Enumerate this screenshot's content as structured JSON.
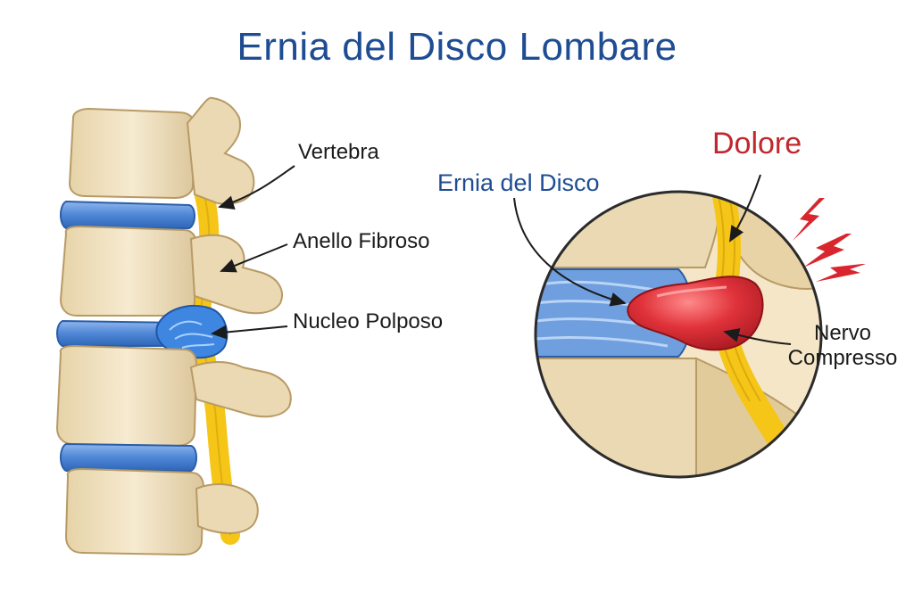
{
  "title": "Ernia del Disco Lombare",
  "labels": {
    "vertebra": "Vertebra",
    "anello_fibroso": "Anello Fibroso",
    "nucleo_polposo": "Nucleo Polposo",
    "ernia_del_disco": "Ernia del Disco",
    "dolore": "Dolore",
    "nervo_compresso_line1": "Nervo",
    "nervo_compresso_line2": "Compresso"
  },
  "colors": {
    "title": "#1f4d93",
    "bone": "#efe1bf",
    "bone_shadow": "#d9c49a",
    "disc": "#5b8fd8",
    "nerve": "#f5c518",
    "herniation": "#d9262e",
    "pain": "#d9262e"
  }
}
